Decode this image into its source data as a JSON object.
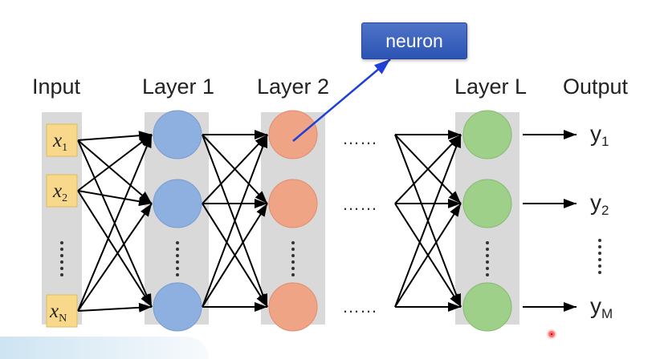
{
  "headers": {
    "input": "Input",
    "layer1": "Layer 1",
    "layer2": "Layer 2",
    "layerL": "Layer L",
    "output": "Output"
  },
  "neuron_label": "neuron",
  "inputs": [
    "x",
    "x",
    "x"
  ],
  "input_subscripts": [
    "1",
    "2",
    "N"
  ],
  "outputs": [
    "y",
    "y",
    "y"
  ],
  "output_subscripts": [
    "1",
    "2",
    "M"
  ],
  "ellipsis": "……",
  "colors": {
    "layer1": "#8eb0e0",
    "layer2": "#f0a486",
    "layerL": "#9fd08a",
    "input_box": "#f8d98b",
    "column_bg": "#d9d9d9",
    "arrow_blue": "#1f3fd6",
    "neuron_tag": "#3a63c0"
  }
}
